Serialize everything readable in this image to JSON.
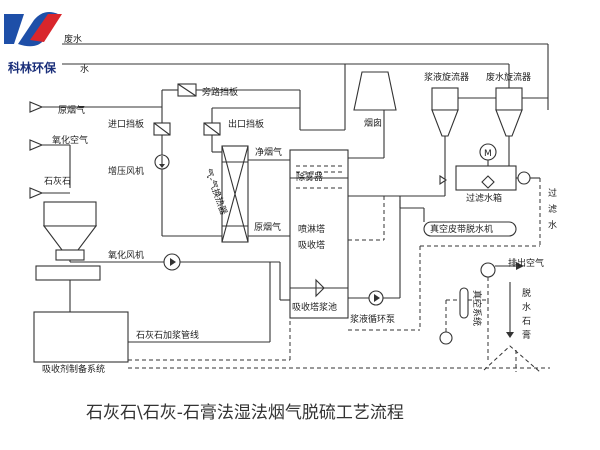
{
  "brand": {
    "name": "科林环保",
    "logo_colors": {
      "blue": "#1e4fa8",
      "red": "#d9262c"
    }
  },
  "title": "石灰石\\石灰-石膏法湿法烟气脱硫工艺流程",
  "inputs": {
    "waste_water": "废水",
    "water": "水",
    "raw_flue_gas": "原烟气",
    "oxidation_air": "氧化空气",
    "limestone": "石灰石"
  },
  "components": {
    "bypass_damper": "旁路挡板",
    "inlet_damper": "进口挡板",
    "outlet_damper": "出口挡板",
    "booster_fan": "增压风机",
    "heat_exchanger": "气-气换热器",
    "clean_flue_gas": "净烟气",
    "raw_flue_gas_mid": "原烟气",
    "chimney": "烟囱",
    "slurry_cyclone": "浆液旋流器",
    "wastewater_cyclone": "废水旋流器",
    "motor": "M",
    "filtrate_tank": "过滤水箱",
    "filtrate_water": "过滤水",
    "mist_eliminator": "除雾器",
    "spray_tower_1": "喷淋塔",
    "spray_tower_2": "吸收塔",
    "vacuum_belt_filter": "真空皮带脱水机",
    "oxidation_fan": "氧化风机",
    "exhaust_air": "排出空气",
    "vacuum_system": "真空系统",
    "dewatered_gypsum": "脱水石膏",
    "tower_slurry_pool": "吸收塔浆池",
    "slurry_circulation_pump": "浆液循环泵",
    "limestone_slurry_pipe": "石灰石加浆管线",
    "absorbent_prep": "吸收剂制备系统"
  }
}
